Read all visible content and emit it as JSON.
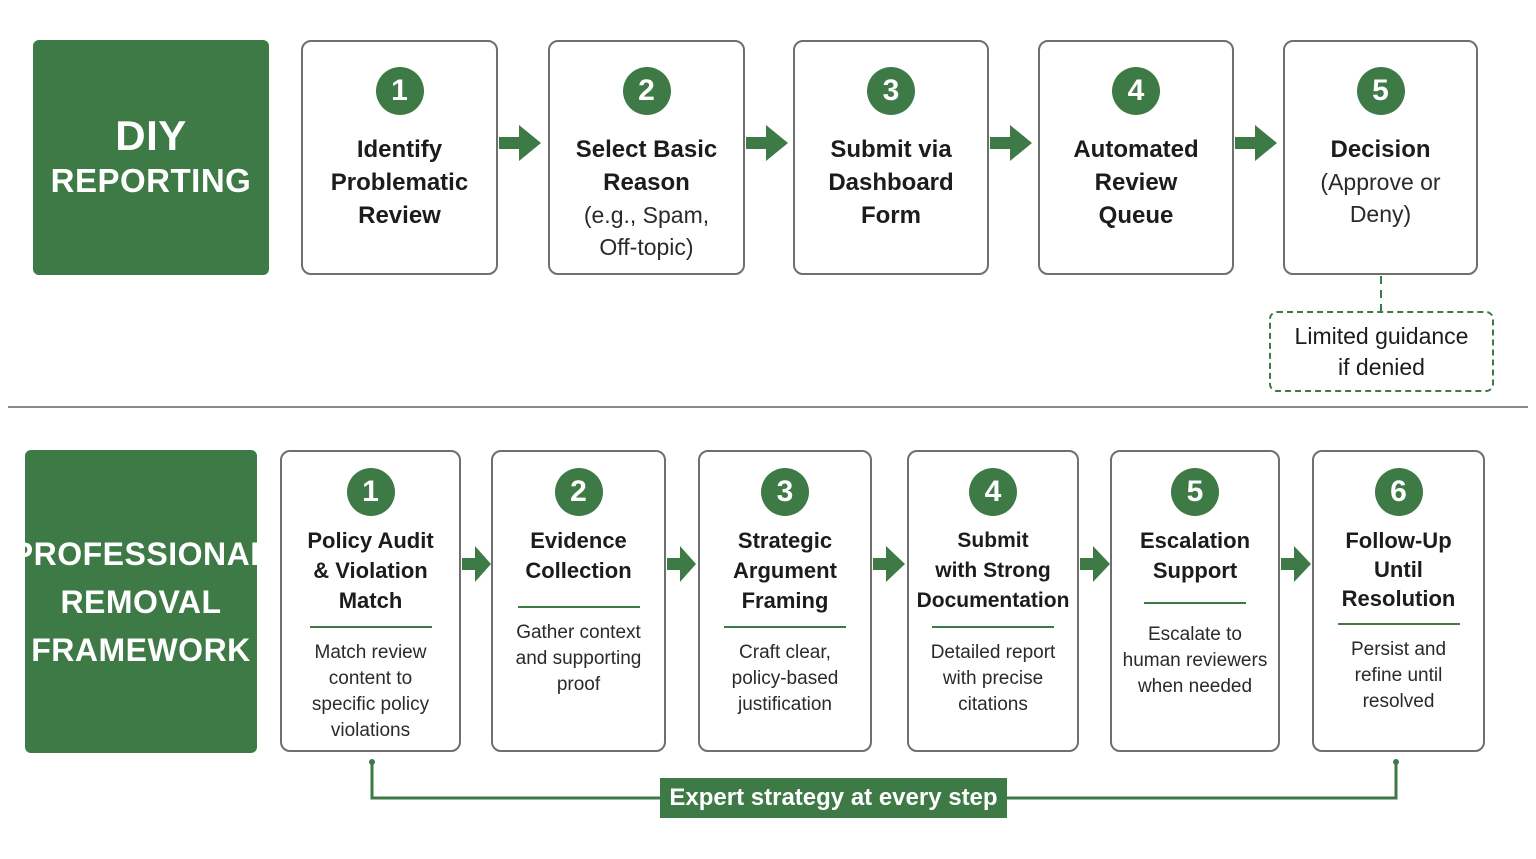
{
  "diy": {
    "label_line1": "DIY",
    "label_line2": "REPORTING",
    "steps": [
      {
        "number": "1",
        "title": "Identify\nProblematic\nReview",
        "sub": ""
      },
      {
        "number": "2",
        "title": "Select Basic\nReason",
        "sub": "(e.g., Spam,\nOff-topic)"
      },
      {
        "number": "3",
        "title": "Submit via\nDashboard\nForm",
        "sub": ""
      },
      {
        "number": "4",
        "title": "Automated\nReview\nQueue",
        "sub": ""
      },
      {
        "number": "5",
        "title": "Decision",
        "sub": "(Approve or\nDeny)"
      }
    ],
    "note": "Limited guidance\nif denied"
  },
  "pro": {
    "label_line1": "PROFESSIONAL",
    "label_line2": "REMOVAL",
    "label_line3": "FRAMEWORK",
    "steps": [
      {
        "number": "1",
        "title": "Policy Audit\n& Violation\nMatch",
        "desc": "Match review\ncontent to\nspecific policy\nviolations"
      },
      {
        "number": "2",
        "title": "Evidence\nCollection",
        "desc": "Gather context\nand supporting\nproof"
      },
      {
        "number": "3",
        "title": "Strategic\nArgument\nFraming",
        "desc": "Craft clear,\npolicy-based\njustification"
      },
      {
        "number": "4",
        "title": "Submit\nwith Strong\nDocumentation",
        "desc": "Detailed report\nwith precise\ncitations"
      },
      {
        "number": "5",
        "title": "Escalation\nSupport",
        "desc": "Escalate to\nhuman reviewers\nwhen needed"
      },
      {
        "number": "6",
        "title": "Follow-Up\nUntil\nResolution",
        "desc": "Persist and\nrefine until\nresolved"
      }
    ],
    "banner": "Expert strategy at every step"
  },
  "colors": {
    "accent": "#3d7a45",
    "border": "#6f6f6f",
    "divider": "#8a8a8a"
  }
}
